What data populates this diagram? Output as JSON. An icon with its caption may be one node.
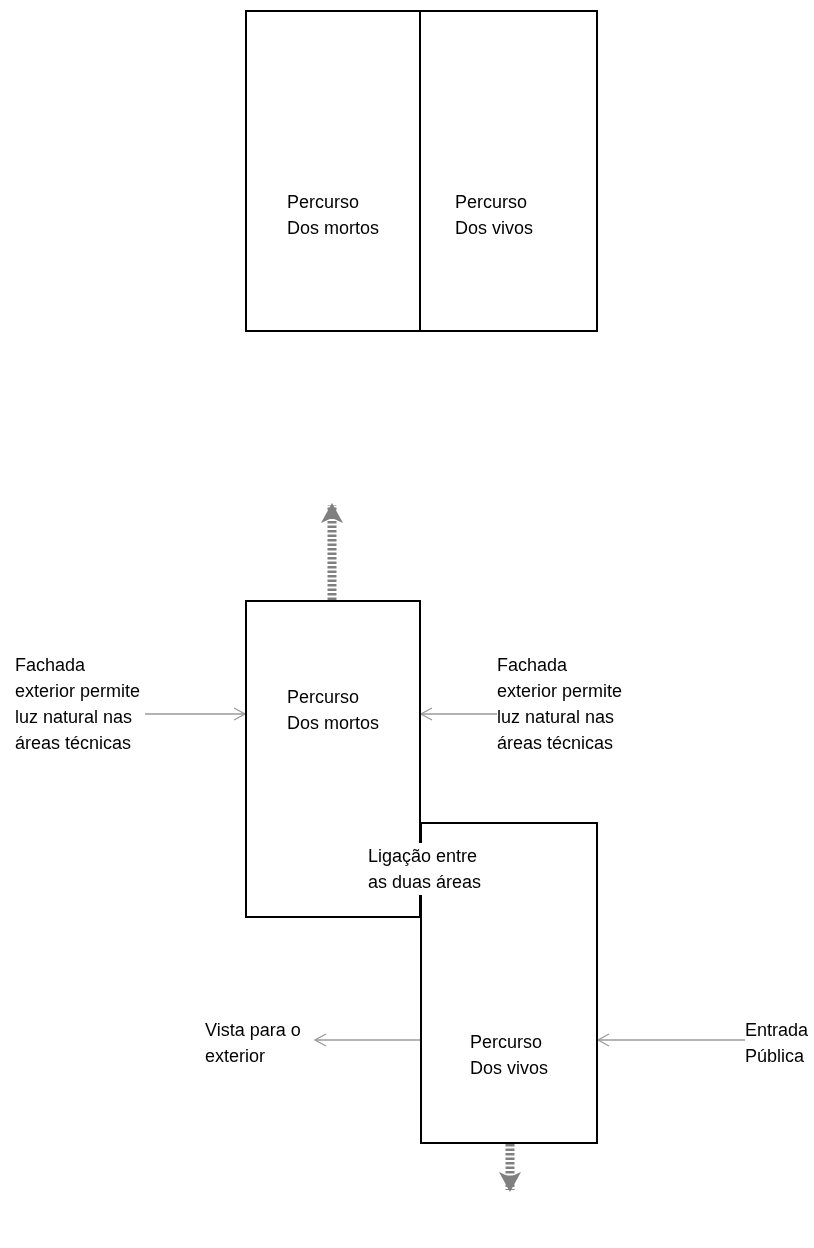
{
  "diagram": {
    "nodes": [
      {
        "text": [
          "Percurso Dos mortos"
        ]
      },
      {
        "text": [
          "Percurso Dos vivos"
        ]
      },
      {
        "text": [
          "Fachada exterior permite luz natural nas áreas técnicas"
        ]
      },
      {
        "text": [
          "Percurso Dos mortos"
        ]
      },
      {
        "text": [
          "Fachada exterior permite luz natural nas áreas técnicas"
        ]
      },
      {
        "text": [
          "Percurso Dos vivos"
        ]
      },
      {
        "text": [
          "Vista para o exterior"
        ]
      },
      {
        "text": [
          "Entrada Pública"
        ]
      }
    ],
    "edges": [
      {
        "from": 2,
        "to": 3,
        "arrow": "to"
      },
      {
        "from": 4,
        "to": 3,
        "arrow": "to"
      },
      {
        "from": 5,
        "to": 6,
        "arrow": "to"
      },
      {
        "from": 7,
        "to": 5,
        "arrow": "to"
      },
      {
        "from": 3,
        "to": null,
        "arrow": "to",
        "style": "dashed",
        "color": "#808080"
      },
      {
        "from": 5,
        "to": null,
        "arrow": "to",
        "style": "dashed",
        "color": "#808080"
      }
    ],
    "labels": [
      "Ligação entre as duas áreas"
    ]
  }
}
